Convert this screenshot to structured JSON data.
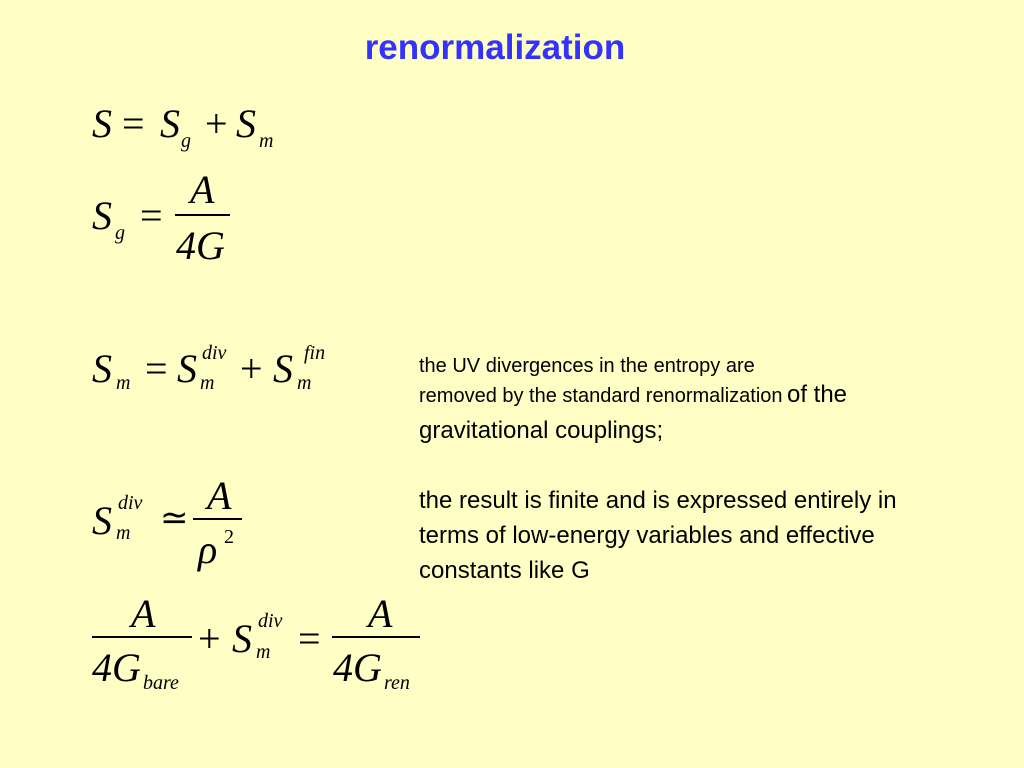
{
  "slide": {
    "title": "renormalization"
  },
  "equations": {
    "eq1": {
      "S": "S",
      "eq": "=",
      "Sg": "S",
      "g": "g",
      "plus": "+",
      "Sm": "S",
      "m": "m"
    },
    "eq2": {
      "S": "S",
      "g": "g",
      "eq": "=",
      "num": "A",
      "den": "4G"
    },
    "eq3": {
      "S": "S",
      "m": "m",
      "eq": "=",
      "S2": "S",
      "div": "div",
      "m2": "m",
      "plus": "+",
      "S3": "S",
      "fin": "fin",
      "m3": "m"
    },
    "eq4": {
      "S": "S",
      "div": "div",
      "m": "m",
      "rel": "≃",
      "num": "A",
      "rho": "ρ",
      "two": "2"
    },
    "eq5": {
      "num1": "A",
      "den1_4G": "4G",
      "bare": "bare",
      "plus": "+",
      "S": "S",
      "div": "div",
      "m": "m",
      "eq": "=",
      "num2": "A",
      "den2_4G": "4G",
      "ren": "ren"
    }
  },
  "notes": {
    "para1": [
      "the UV divergences in the entropy are",
      "removed by the standard renormalization",
      "of the",
      "gravitational couplings;"
    ],
    "para2": [
      "the result is finite and is expressed entirely in",
      "terms of low-energy variables and effective",
      "constants like G"
    ]
  }
}
